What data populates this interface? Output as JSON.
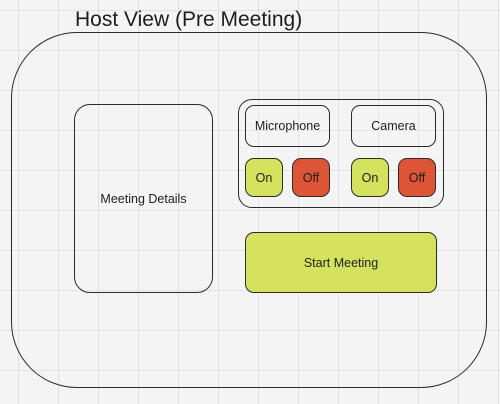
{
  "page": {
    "title": "Host View (Pre Meeting)"
  },
  "meeting_details": {
    "label": "Meeting Details"
  },
  "microphone": {
    "label": "Microphone",
    "on_label": "On",
    "off_label": "Off"
  },
  "camera": {
    "label": "Camera",
    "on_label": "On",
    "off_label": "Off"
  },
  "start_button": {
    "label": "Start Meeting"
  },
  "colors": {
    "on": "#d5e25d",
    "off": "#dd5536",
    "start": "#d5e25d",
    "outline": "#2b2b2b",
    "grid_background": "#f4f4f4"
  }
}
